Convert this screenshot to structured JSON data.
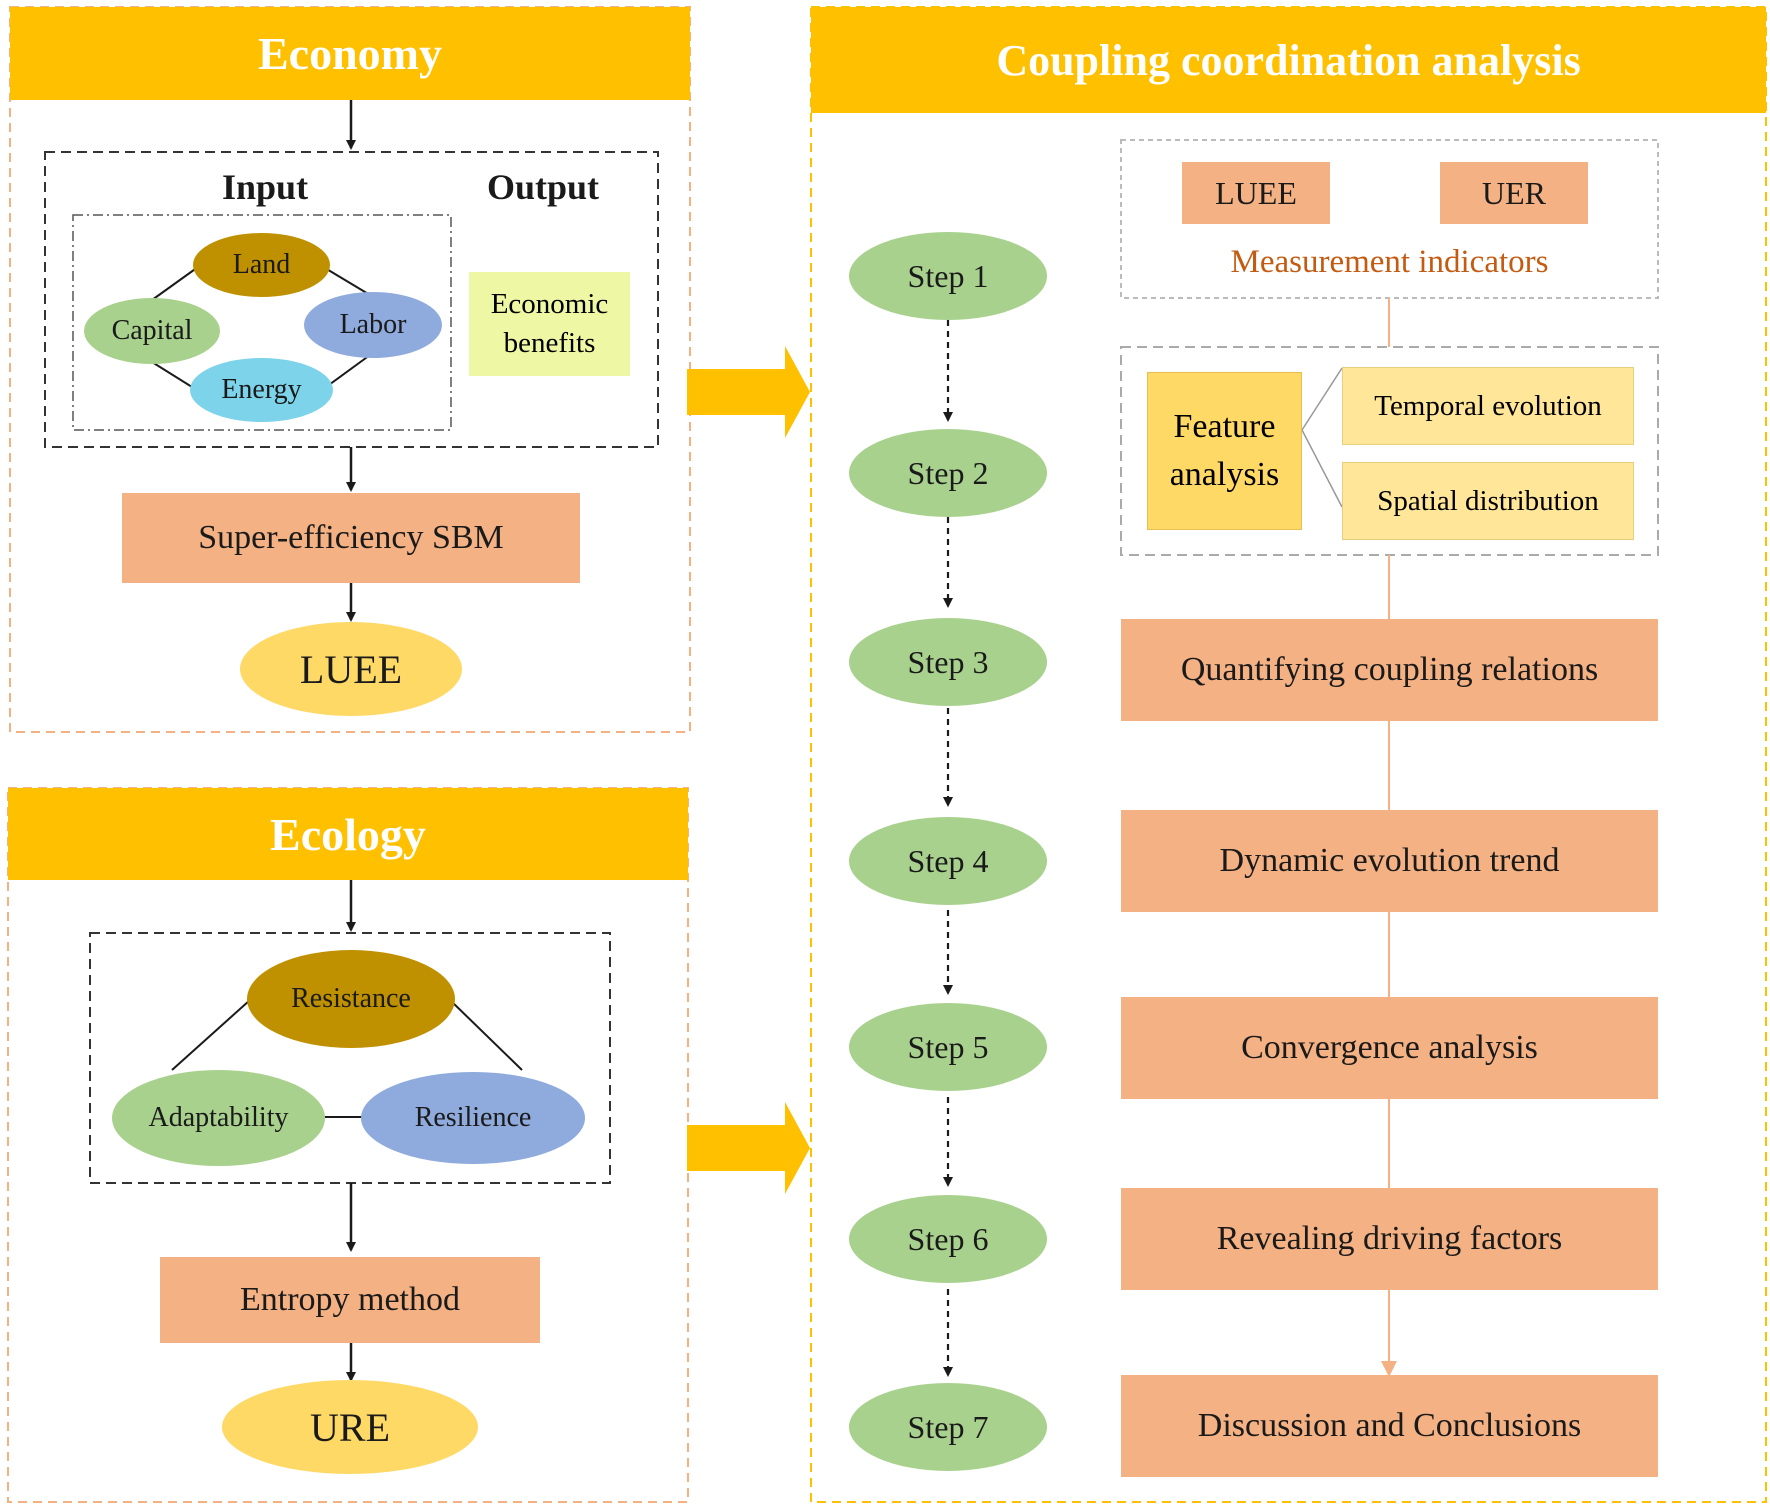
{
  "economy": {
    "title": "Economy",
    "input_label": "Input",
    "output_label": "Output",
    "inputs": [
      "Land",
      "Capital",
      "Labor",
      "Energy"
    ],
    "output": "Economic benefits",
    "method": "Super-efficiency SBM",
    "result": "LUEE"
  },
  "ecology": {
    "title": "Ecology",
    "dimensions": [
      "Resistance",
      "Adaptability",
      "Resilience"
    ],
    "method": "Entropy method",
    "result": "URE"
  },
  "coupling": {
    "title": "Coupling coordination analysis",
    "indicators": [
      "LUEE",
      "UER"
    ],
    "indicators_caption": "Measurement indicators",
    "feature_label": "Feature analysis",
    "feature_items": [
      "Temporal evolution",
      "Spatial distribution"
    ],
    "steps": [
      "Step 1",
      "Step 2",
      "Step 3",
      "Step 4",
      "Step 5",
      "Step 6",
      "Step 7"
    ],
    "tasks": [
      "Quantifying coupling relations",
      "Dynamic evolution trend",
      "Convergence analysis",
      "Revealing driving factors",
      "Discussion and Conclusions"
    ]
  },
  "colors": {
    "header": "#FFC000",
    "box": "#F4B183",
    "step": "#A9D18E",
    "result": "#FFD966",
    "accent_text": "#C55A11"
  }
}
